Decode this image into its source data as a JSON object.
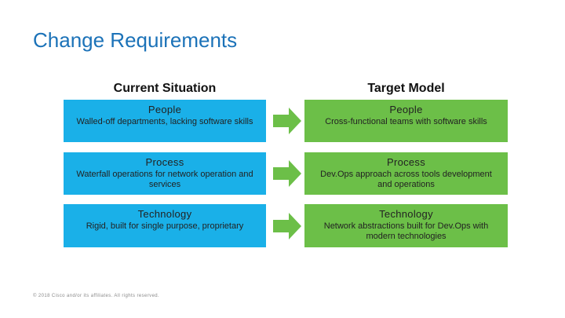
{
  "title": "Change Requirements",
  "columns": {
    "current": "Current Situation",
    "target": "Target Model"
  },
  "colors": {
    "current_fill": "#1ab0e8",
    "target_fill": "#6cbf48",
    "arrow": "#6cbf48",
    "title": "#1b72b8"
  },
  "rows": [
    {
      "current": {
        "head": "People",
        "body": "Walled-off departments, lacking software skills"
      },
      "target": {
        "head": "People",
        "body": "Cross-functional teams with software skills"
      }
    },
    {
      "current": {
        "head": "Process",
        "body": "Waterfall operations for network operation and services"
      },
      "target": {
        "head": "Process",
        "body": "Dev.Ops approach across tools development and operations"
      }
    },
    {
      "current": {
        "head": "Technology",
        "body": "Rigid, built for single purpose, proprietary"
      },
      "target": {
        "head": "Technology",
        "body": "Network abstractions built for Dev.Ops with modern technologies"
      }
    }
  ],
  "footer": "© 2018 Cisco and/or its affiliates. All rights reserved."
}
